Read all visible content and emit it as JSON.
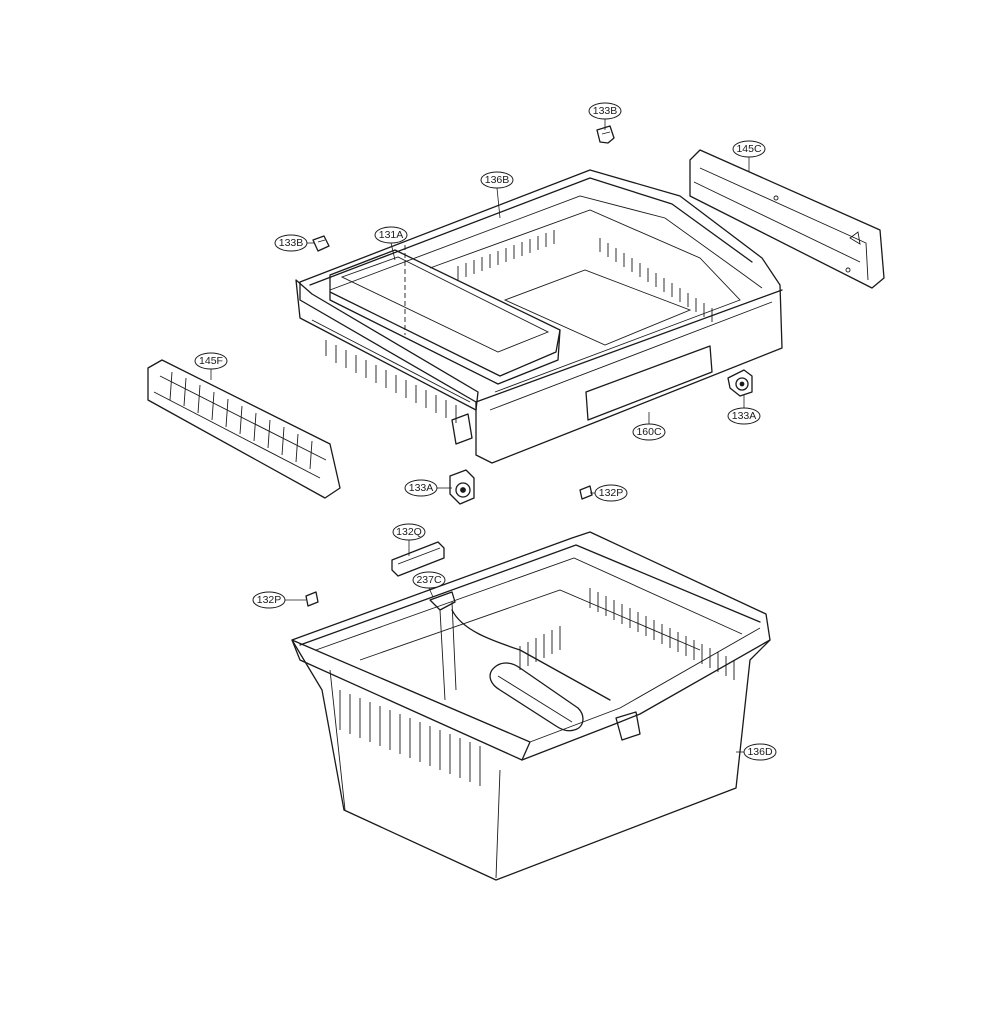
{
  "callouts": {
    "c133b_top": "133B",
    "c145c": "145C",
    "c136b": "136B",
    "c131a": "131A",
    "c133b_left": "133B",
    "c145f": "145F",
    "c133a_right": "133A",
    "c160c": "160C",
    "c133a_mid": "133A",
    "c132p_right": "132P",
    "c132q": "132Q",
    "c237c": "237C",
    "c132p_left": "132P",
    "c136d": "136D"
  }
}
